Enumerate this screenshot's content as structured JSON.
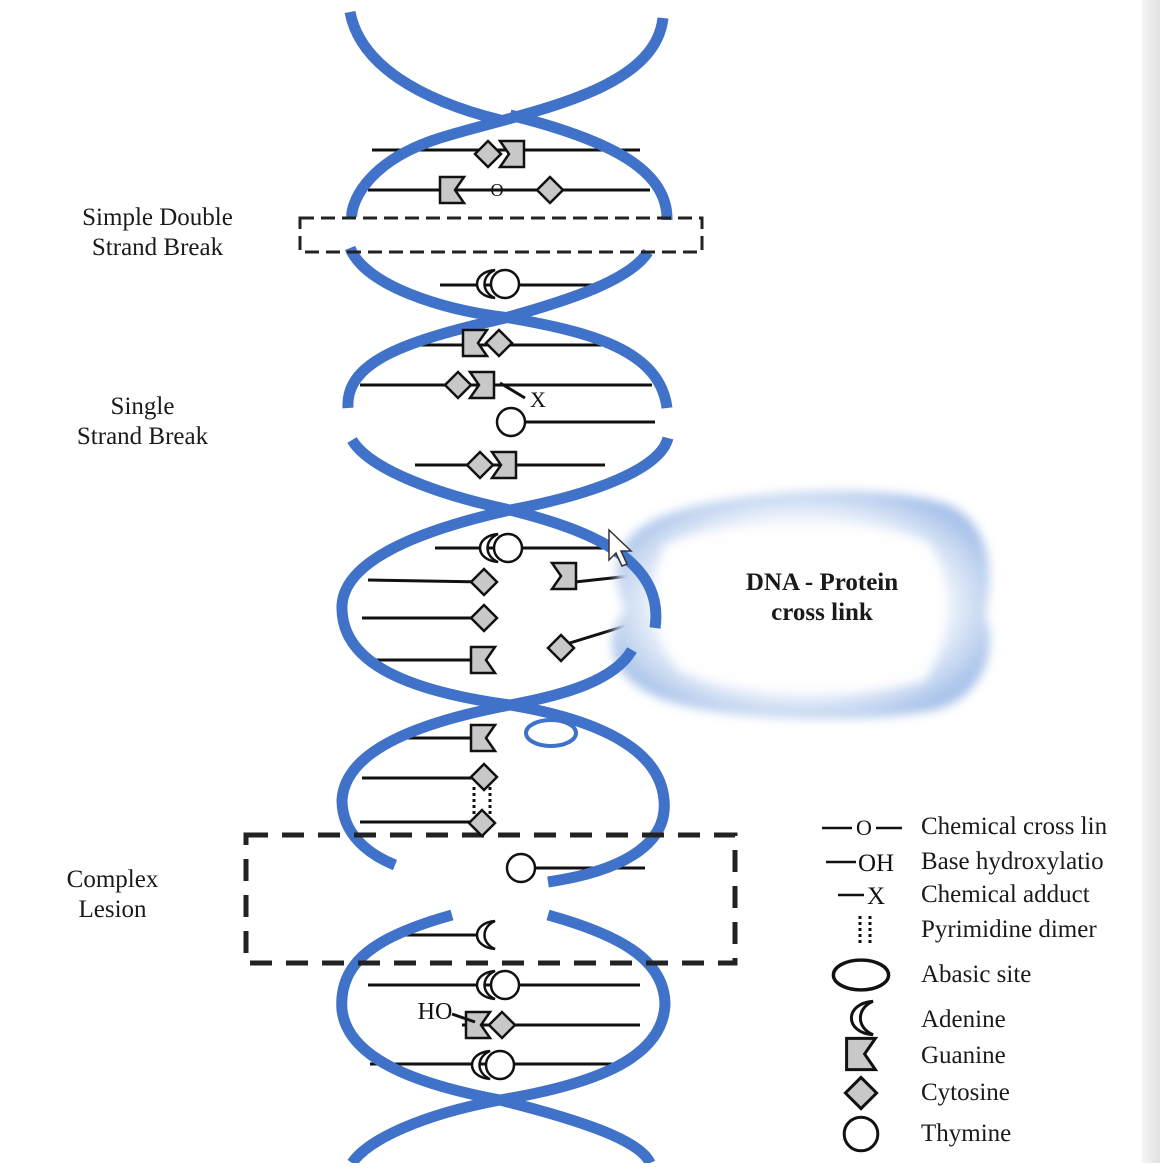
{
  "labels": {
    "double_strand_break": [
      "Simple Double",
      "Strand Break"
    ],
    "single_strand_break": [
      "Single",
      "Strand Break"
    ],
    "protein_crosslink": [
      "DNA - Protein",
      "cross link"
    ],
    "complex_lesion": [
      "Complex",
      "Lesion"
    ],
    "hydroxyl_marker": "HO",
    "adduct_marker": "X",
    "crosslink_marker": "O"
  },
  "legend": [
    {
      "symbol": "chemical-cross-link",
      "symbol_text": "O",
      "text": "Chemical cross lin"
    },
    {
      "symbol": "base-hydroxylation",
      "symbol_text": "OH",
      "text": "Base hydroxylatio"
    },
    {
      "symbol": "chemical-adduct",
      "symbol_text": "X",
      "text": "Chemical adduct"
    },
    {
      "symbol": "pyrimidine-dimer",
      "symbol_text": "",
      "text": "Pyrimidine dimer"
    },
    {
      "symbol": "abasic-site",
      "symbol_text": "",
      "text": "Abasic site"
    },
    {
      "symbol": "adenine",
      "symbol_text": "",
      "text": "Adenine"
    },
    {
      "symbol": "guanine",
      "symbol_text": "",
      "text": "Guanine"
    },
    {
      "symbol": "cytosine",
      "symbol_text": "",
      "text": "Cytosine"
    },
    {
      "symbol": "thymine",
      "symbol_text": "",
      "text": "Thymine"
    }
  ],
  "colors": {
    "strand": "#3f72c8",
    "base_fill": "#c8c8c8",
    "outline": "#111111",
    "protein": "#a9c3ea"
  }
}
